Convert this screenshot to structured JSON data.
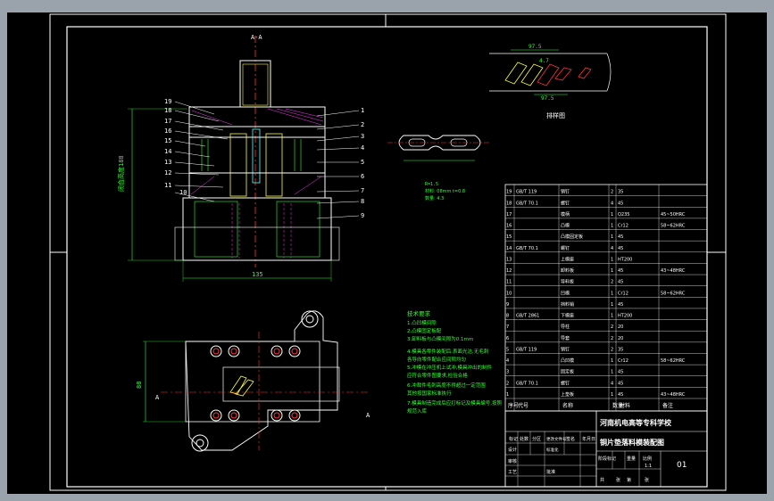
{
  "drawing": {
    "top_view_label": "A-A",
    "dimension_height": "闭合高度188",
    "dimension_width": "135",
    "dimension_left_small": "88",
    "section_marker": "A",
    "strip_caption": "排样图",
    "strip_dim_top": "97.5",
    "strip_dim_mid": "4.7",
    "strip_dim_bottom": "97.5",
    "part_notes": [
      "R=1.5",
      "材料: 08mm t=0.8",
      "数量: 4.3"
    ],
    "callouts_right": [
      "1",
      "2",
      "3",
      "4",
      "5",
      "6",
      "7",
      "8",
      "9"
    ],
    "callouts_left": [
      "19",
      "18",
      "17",
      "16",
      "15",
      "14",
      "13",
      "12",
      "11",
      "10"
    ]
  },
  "notes": {
    "title": "技术要求",
    "lines": [
      "1.凸凹模间隙",
      "2.凸模固定板配",
      "3.卸料板与凸模间隙为0.1mm",
      "4.模具各零件装配后,表面光洁,无毛刺",
      "各导向零件配合应间隙均匀",
      "5.冲模在冲压机上试冲,模具冲出的制件",
      "应符合零件图要求,检验合格",
      "6.冲裁件毛刺高度不得超过一定范围",
      "其他按国家标准执行",
      "7.模具制造完成后应打标记及模具编号,按照",
      "规范入库"
    ]
  },
  "bom": {
    "rows": [
      [
        "19",
        "GB/T 119",
        "销钉",
        "2",
        "35",
        ""
      ],
      [
        "18",
        "GB/T 70.1",
        "螺钉",
        "4",
        "45",
        ""
      ],
      [
        "17",
        "",
        "模柄",
        "1",
        "Q235",
        "45~50HRC"
      ],
      [
        "16",
        "",
        "凸模",
        "1",
        "Cr12",
        "58~62HRC"
      ],
      [
        "15",
        "",
        "凸模固定板",
        "1",
        "45",
        ""
      ],
      [
        "14",
        "GB/T 70.1",
        "螺钉",
        "4",
        "45",
        ""
      ],
      [
        "13",
        "",
        "上模座",
        "1",
        "HT200",
        ""
      ],
      [
        "12",
        "",
        "卸料板",
        "1",
        "45",
        "43~48HRC"
      ],
      [
        "11",
        "",
        "导料板",
        "2",
        "45",
        ""
      ],
      [
        "10",
        "",
        "凹模",
        "1",
        "Cr12",
        "58~62HRC"
      ],
      [
        "9",
        "",
        "挡料销",
        "1",
        "45",
        ""
      ],
      [
        "8",
        "GB/T 2861",
        "下模座",
        "1",
        "HT200",
        ""
      ],
      [
        "7",
        "",
        "导柱",
        "2",
        "20",
        ""
      ],
      [
        "6",
        "",
        "导套",
        "2",
        "20",
        ""
      ],
      [
        "5",
        "GB/T 119",
        "销钉",
        "2",
        "35",
        ""
      ],
      [
        "4",
        "",
        "凸凹模",
        "1",
        "Cr12",
        "58~62HRC"
      ],
      [
        "3",
        "",
        "固定板",
        "1",
        "45",
        ""
      ],
      [
        "2",
        "GB/T 70.1",
        "螺钉",
        "4",
        "45",
        ""
      ],
      [
        "1",
        "",
        "上垫板",
        "1",
        "45",
        "43~48HRC"
      ]
    ],
    "header": [
      "序号",
      "代号",
      "名称",
      "数量",
      "材料",
      "备注"
    ]
  },
  "title_block": {
    "school": "河南机电高等专科学校",
    "drawing_name": "铜片垫落料模装配图",
    "drawing_no": "01",
    "labels": [
      "标记",
      "处数",
      "分区",
      "更改文件号",
      "签名",
      "年月日"
    ],
    "labels2": [
      "设计",
      "标准化",
      "审核",
      "工艺",
      "批准"
    ],
    "stage": [
      "阶段标记",
      "重量",
      "比例"
    ],
    "scale": "1:1",
    "sheets": [
      "共",
      "张",
      "第",
      "张"
    ]
  },
  "colors": {
    "background": "#000000",
    "frame": "#ffffff",
    "green": "#33ff33",
    "cyan": "#66ffff",
    "red": "#ff3333",
    "magenta": "#ff33ff",
    "yellow": "#ffff33"
  }
}
